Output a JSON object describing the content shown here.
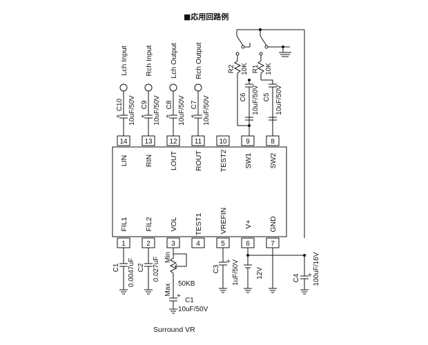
{
  "title": "■応用回路例",
  "ic": {
    "top_pins": [
      {
        "num": "14",
        "name": "LIN"
      },
      {
        "num": "13",
        "name": "RIN"
      },
      {
        "num": "12",
        "name": "LOUT"
      },
      {
        "num": "11",
        "name": "ROUT"
      },
      {
        "num": "10",
        "name": "TEST2"
      },
      {
        "num": "9",
        "name": "SW1"
      },
      {
        "num": "8",
        "name": "SW2"
      }
    ],
    "bottom_pins": [
      {
        "num": "1",
        "name": "FIL1"
      },
      {
        "num": "2",
        "name": "FIL2"
      },
      {
        "num": "3",
        "name": "VOL"
      },
      {
        "num": "4",
        "name": "TEST1"
      },
      {
        "num": "5",
        "name": "VREFIN"
      },
      {
        "num": "6",
        "name": "V+"
      },
      {
        "num": "7",
        "name": "GND"
      }
    ]
  },
  "io_labels": [
    "Lch Input",
    "Rch Input",
    "Lch Output",
    "Rch Output"
  ],
  "top_caps": [
    {
      "ref": "C10",
      "value": "10uF/50V"
    },
    {
      "ref": "C9",
      "value": "10uF/50V"
    },
    {
      "ref": "C8",
      "value": "10uF/50V"
    },
    {
      "ref": "C7",
      "value": "10uF/50V"
    }
  ],
  "switch_section": {
    "r2": "R2",
    "r1": "R1",
    "r_value": "10K",
    "c6": "C6",
    "c6_value": "10uF/50V",
    "c5": "C5",
    "c5_value": "10uF/50V"
  },
  "bottom_parts": {
    "c1_ref": "C1",
    "c1_value": "0.0047uF",
    "c2_ref": "C2",
    "c2_value": "0.027uF",
    "vr_min": "Min",
    "vr_max": "Max",
    "vr_value": "50KB",
    "c1b_ref": "C1",
    "c1b_value": "10uF/50V",
    "vr_name": "Surround VR",
    "c3_ref": "C3",
    "c3_value": "1uF/50V",
    "supply": "12V",
    "c4_ref": "C4",
    "c4_value": "100uF/16V"
  }
}
